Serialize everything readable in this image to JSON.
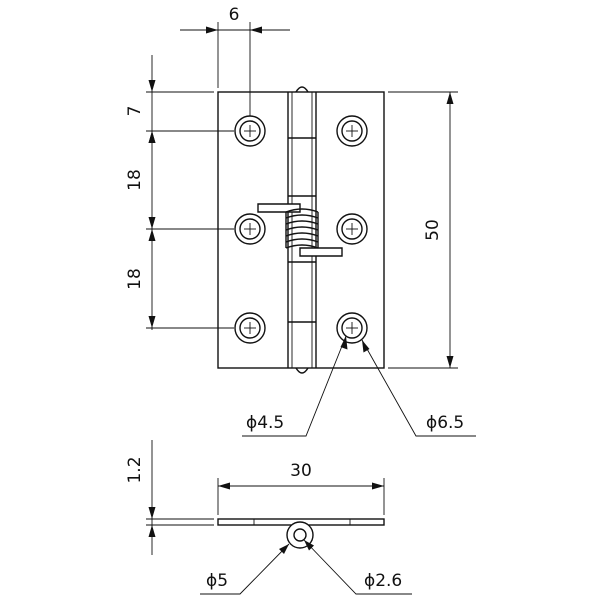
{
  "dimensions": {
    "top_width": "6",
    "hole_offset_top": "7",
    "hole_spacing_1": "18",
    "hole_spacing_2": "18",
    "overall_length": "50",
    "hole_diameter": "ϕ4.5",
    "countersink_diameter": "ϕ6.5",
    "leaf_thickness": "1.2",
    "open_width": "30",
    "knuckle_diameter": "ϕ5",
    "pin_diameter": "ϕ2.6"
  }
}
